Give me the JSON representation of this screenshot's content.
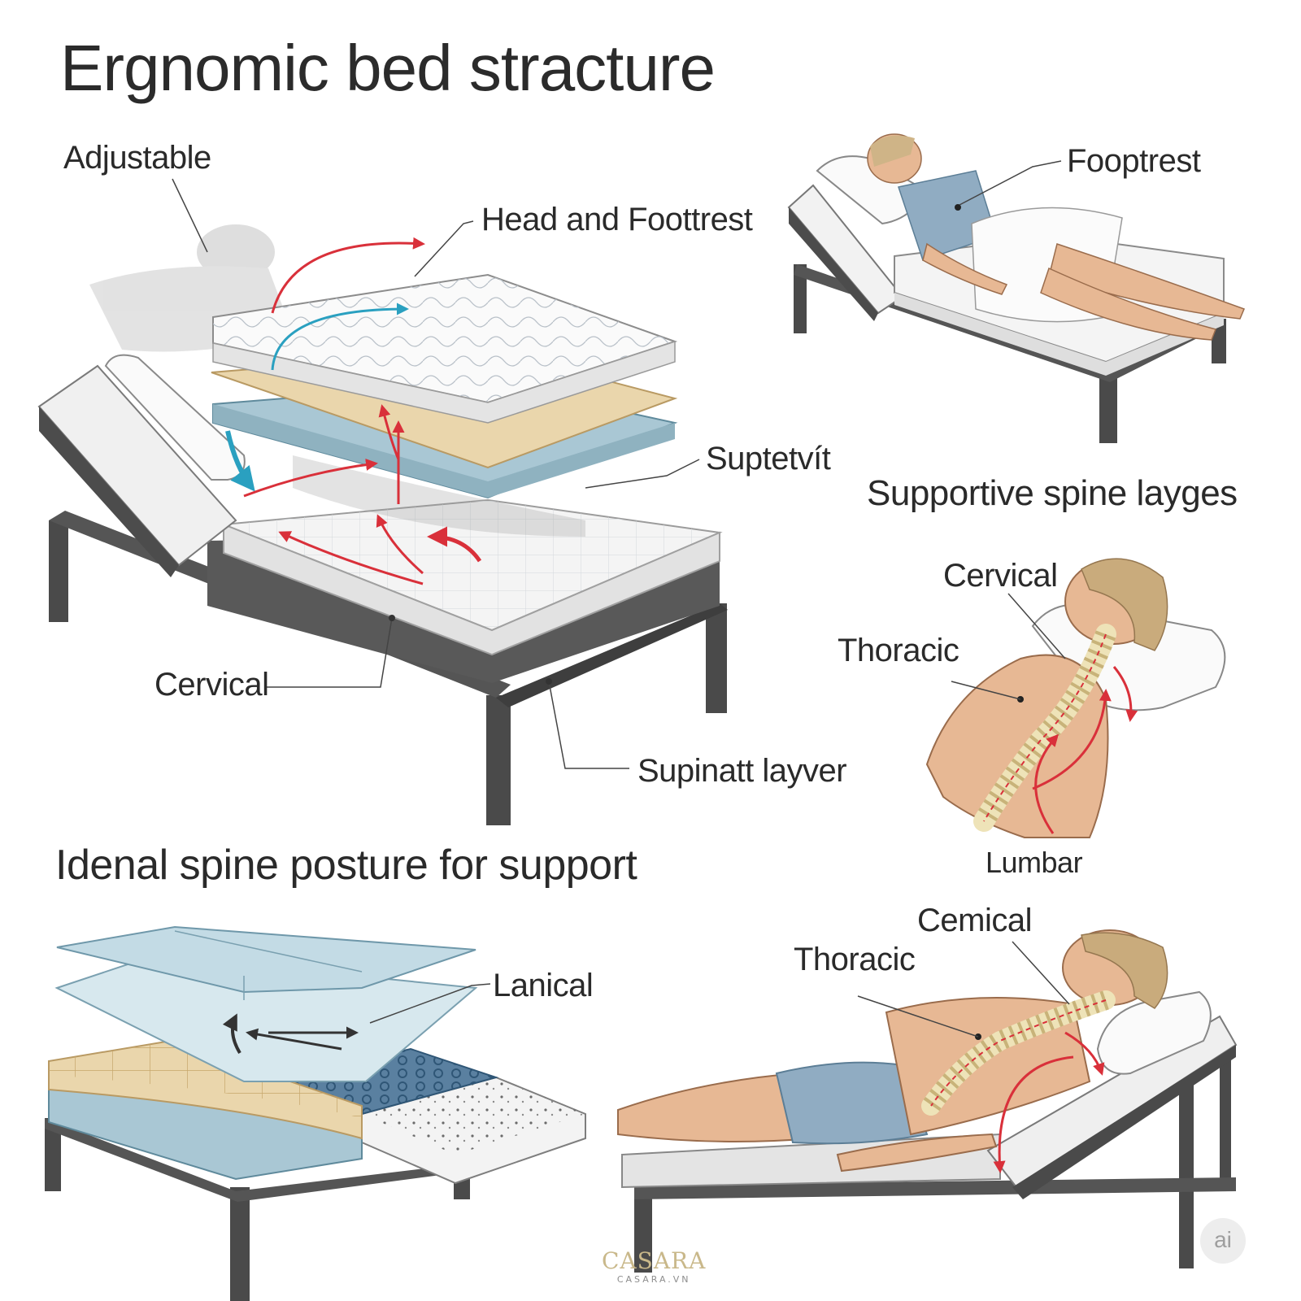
{
  "title": "Ergnomic bed stracture",
  "headings": {
    "supportive_spine": "Supportive spine layges",
    "ideal_posture": "Idenal spine posture for support"
  },
  "callouts": {
    "adjustable": "Adjustable",
    "head_footrest": "Head and Foottrest",
    "suptetvit": "Suptetvít",
    "cervical_main": "Cervical",
    "supinatt_layer": "Supinatt layver",
    "fooptrest": "Fooptrest",
    "cervical_spine": "Cervical",
    "thoracic_spine": "Thoracic",
    "lumbar": "Lumbar",
    "lanical": "Lanical",
    "cemical": "Cemical",
    "thoracic_recline": "Thoracic"
  },
  "brand": {
    "name": "CASARA",
    "site": "CASARA.VN"
  },
  "badge": "ai",
  "colors": {
    "frame": "#4a4a4a",
    "mattress": "#f3f3f3",
    "foam_blue": "#a9c7d4",
    "latex_tan": "#ead6ac",
    "skin": "#e7b894",
    "shorts": "#90acc2",
    "arrow_red": "#d9303a",
    "arrow_teal": "#2aa0c0",
    "spine": "#eee3b8"
  }
}
